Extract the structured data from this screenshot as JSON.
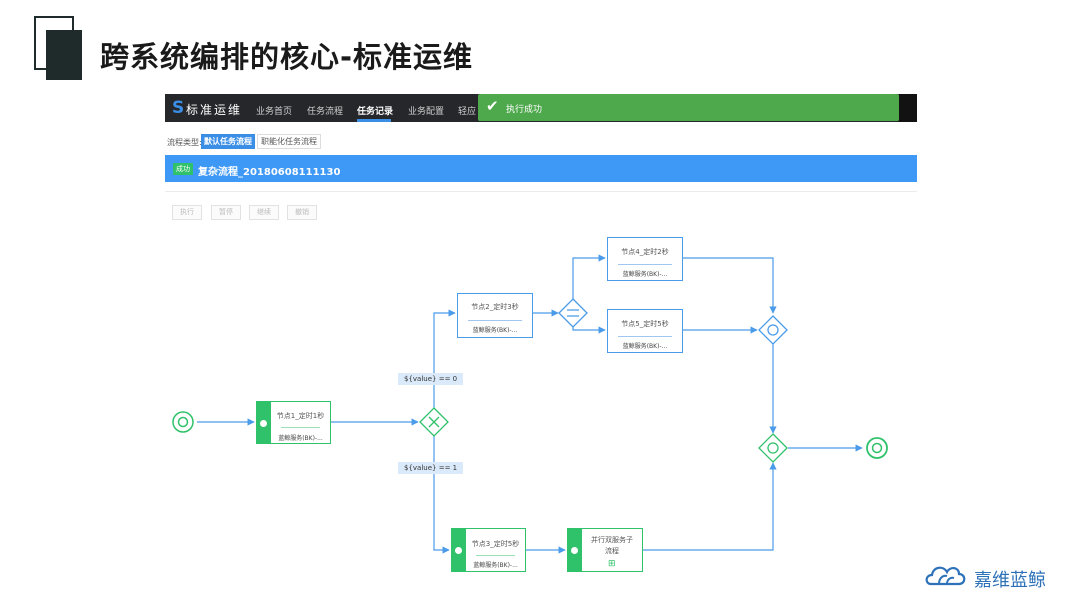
{
  "slide": {
    "title": "跨系统编排的核心-标准运维"
  },
  "app": {
    "brand": "标准运维",
    "nav": [
      "业务首页",
      "任务流程",
      "任务记录",
      "业务配置",
      "轻应"
    ],
    "active_nav": "任务记录",
    "toast": "执行成功"
  },
  "task": {
    "flow_type_label": "流程类型:",
    "tabs": [
      "默认任务流程",
      "职能化任务流程"
    ],
    "status_badge": "成功",
    "title": "复杂流程_20180608111130",
    "buttons": [
      "执行",
      "暂停",
      "继续",
      "撤销"
    ]
  },
  "flow": {
    "nodes": [
      {
        "name": "节点1_定时1秒",
        "service": "蓝鲸服务(BK)-..."
      },
      {
        "name": "节点2_定时3秒",
        "service": "蓝鲸服务(BK)-..."
      },
      {
        "name": "节点3_定时5秒",
        "service": "蓝鲸服务(BK)-..."
      },
      {
        "name": "节点4_定时2秒",
        "service": "蓝鲸服务(BK)-..."
      },
      {
        "name": "节点5_定时5秒",
        "service": "蓝鲸服务(BK)-..."
      },
      {
        "name_line1": "并行双服务子",
        "name_line2": "流程"
      }
    ],
    "conditions": [
      "${value} == 0",
      "${value} == 1"
    ]
  },
  "footer": {
    "logo_text": "嘉维蓝鲸"
  },
  "colors": {
    "flow_line": "#4a9bea",
    "node_success": "#2fc26a",
    "header_blue": "#3e98f5",
    "toast_green": "#4ea84c",
    "nav_dark": "#26272b"
  }
}
